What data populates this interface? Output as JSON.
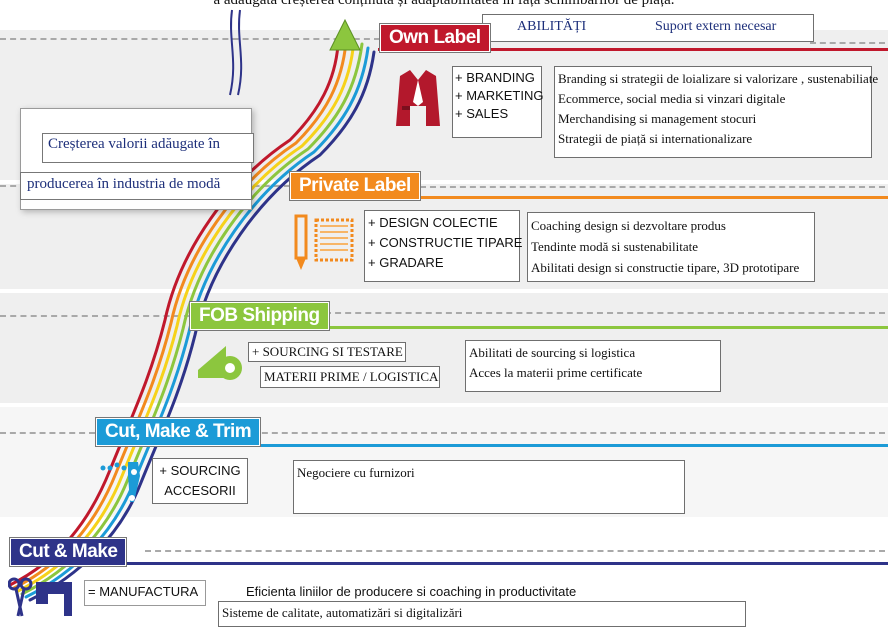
{
  "intro_text": "a adăugată creșterea conținută și adaptabilitatea în fața schimbărilor de piață.",
  "header": {
    "col_ability": "ABILITĂȚI",
    "col_support": "Suport extern necesar"
  },
  "tag_title": {
    "line1": "Creșterea valorii adăugate în",
    "line2": "producerea în industria de modă"
  },
  "colors": {
    "own_label": "#c0182c",
    "private_label": "#f28a1e",
    "fob": "#8cc63e",
    "cmt": "#1c9bd7",
    "cut_make": "#2e3389"
  },
  "levels": [
    {
      "id": "own-label",
      "label": "Own Label",
      "icon": "jacket-icon",
      "activities": [
        "+ BRANDING",
        "+ MARKETING",
        "+ SALES"
      ],
      "support": [
        "Branding si strategii de loializare si valorizare , sustenabiliate",
        "Ecommerce, social media si vinzari digitale",
        "Merchandising si management stocuri",
        "Strategii de piață si internationalizare"
      ]
    },
    {
      "id": "private-label",
      "label": "Private Label",
      "icon": "pencil-fabric-icon",
      "activities": [
        "+ DESIGN COLECTIE",
        "+ CONSTRUCTIE TIPARE",
        "+ GRADARE"
      ],
      "support": [
        "Coaching design si dezvoltare produs",
        "Tendinte modă si sustenabilitate",
        "Abilitati design si constructie tipare, 3D prototipare"
      ]
    },
    {
      "id": "fob-shipping",
      "label": "FOB Shipping",
      "icon": "fabric-roll-icon",
      "activities": [
        "+ SOURCING SI TESTARE",
        "MATERII PRIME / LOGISTICA"
      ],
      "support": [
        "Abilitati de sourcing si logistica",
        "Acces la materii prime certificate"
      ]
    },
    {
      "id": "cmt",
      "label": "Cut, Make & Trim",
      "icon": "buttons-zipper-icon",
      "activities": [
        "+ SOURCING",
        "ACCESORII"
      ],
      "support": [
        "Negociere cu furnizori"
      ]
    },
    {
      "id": "cut-make",
      "label": "Cut & Make",
      "icon": "scissors-sewing-machine-icon",
      "activities": [
        "= MANUFACTURA"
      ],
      "support": [
        "Eficienta liniilor de producere si coaching in productivitate",
        "Sisteme de calitate, automatizări si digitalizări"
      ]
    }
  ]
}
